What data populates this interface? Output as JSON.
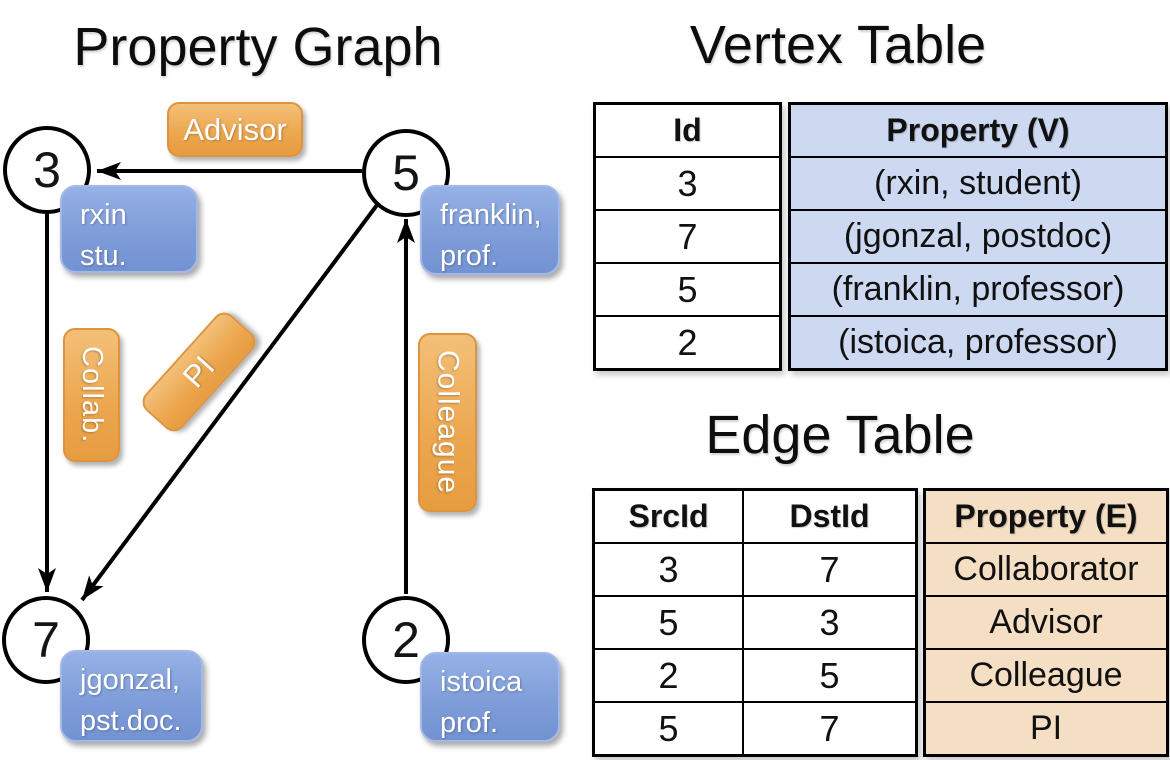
{
  "graph": {
    "title": "Property Graph",
    "nodes": [
      {
        "id": "3",
        "property_line1": "rxin",
        "property_line2": "stu."
      },
      {
        "id": "5",
        "property_line1": "franklin,",
        "property_line2": "prof."
      },
      {
        "id": "7",
        "property_line1": "jgonzal,",
        "property_line2": "pst.doc."
      },
      {
        "id": "2",
        "property_line1": "istoica",
        "property_line2": "prof."
      }
    ],
    "edge_labels": {
      "advisor": "Advisor",
      "collab": "Collab.",
      "pi": "PI",
      "colleague": "Colleague"
    }
  },
  "vertex_table": {
    "title": "Vertex Table",
    "headers": {
      "id": "Id",
      "property": "Property (V)"
    },
    "rows": [
      {
        "id": "3",
        "property": "(rxin, student)"
      },
      {
        "id": "7",
        "property": "(jgonzal, postdoc)"
      },
      {
        "id": "5",
        "property": "(franklin, professor)"
      },
      {
        "id": "2",
        "property": "(istoica, professor)"
      }
    ]
  },
  "edge_table": {
    "title": "Edge Table",
    "headers": {
      "src": "SrcId",
      "dst": "DstId",
      "property": "Property (E)"
    },
    "rows": [
      {
        "src": "3",
        "dst": "7",
        "property": "Collaborator"
      },
      {
        "src": "5",
        "dst": "3",
        "property": "Advisor"
      },
      {
        "src": "2",
        "dst": "5",
        "property": "Colleague"
      },
      {
        "src": "5",
        "dst": "7",
        "property": "PI"
      }
    ]
  },
  "colors": {
    "node_fill": "#ffffff",
    "node_border": "#000000",
    "vertex_box_fill": "#7f9dd9",
    "edge_label_fill": "#eca64e",
    "vertex_table_fill": "#cdd9f1",
    "edge_table_fill": "#f4dfc4",
    "edge_line": "#000000"
  }
}
